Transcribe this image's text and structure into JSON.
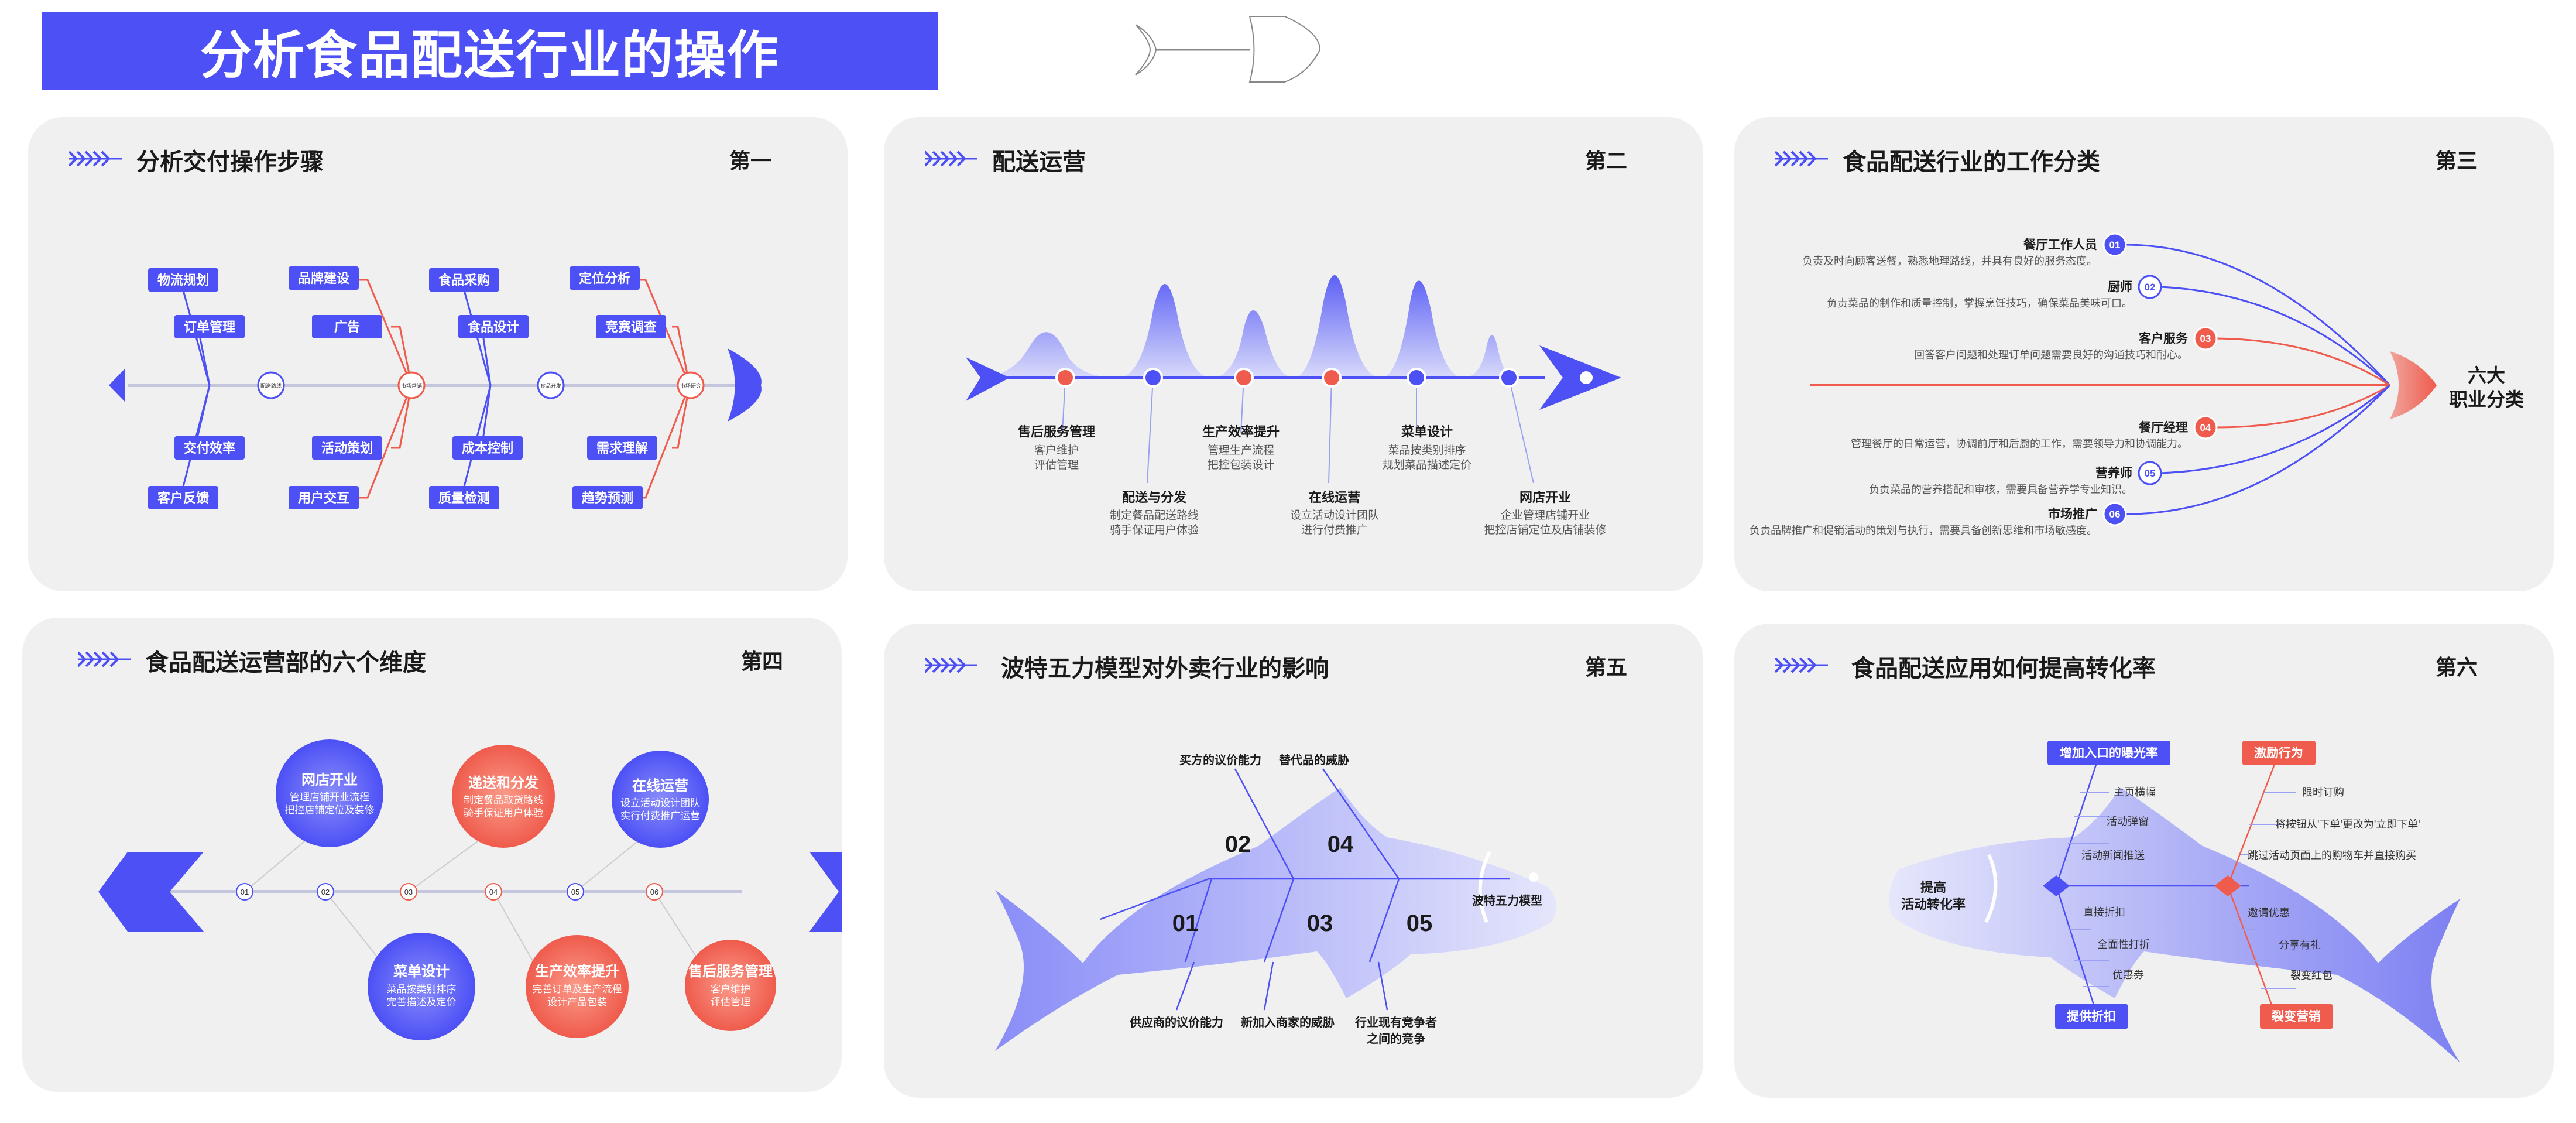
{
  "page_title": "分析食品配送行业的操作",
  "panels": [
    {
      "title": "分析交付操作步骤",
      "number": "第一",
      "top_boxes": [
        "物流规划",
        "订单管理",
        "品牌建设",
        "广告",
        "食品采购",
        "食品设计",
        "定位分析",
        "竞赛调查"
      ],
      "bottom_boxes": [
        "交付效率",
        "客户反馈",
        "活动策划",
        "用户交互",
        "成本控制",
        "质量检测",
        "需求理解",
        "趋势预测"
      ],
      "nodes": [
        "配送路线",
        "市场营销",
        "食品开发",
        "市场研究"
      ]
    },
    {
      "title": "配送运营",
      "number": "第二",
      "items": [
        {
          "title": "售后服务管理",
          "lines": [
            "客户维护",
            "评估管理"
          ]
        },
        {
          "title": "配送与分发",
          "lines": [
            "制定餐品配送路线",
            "骑手保证用户体验"
          ]
        },
        {
          "title": "生产效率提升",
          "lines": [
            "管理生产流程",
            "把控包装设计"
          ]
        },
        {
          "title": "在线运营",
          "lines": [
            "设立活动设计团队",
            "进行付费推广"
          ]
        },
        {
          "title": "菜单设计",
          "lines": [
            "菜品按类别排序",
            "规划菜品描述定价"
          ]
        },
        {
          "title": "网店开业",
          "lines": [
            "企业管理店铺开业",
            "把控店铺定位及店铺装修"
          ]
        }
      ]
    },
    {
      "title": "食品配送行业的工作分类",
      "number": "第三",
      "center": [
        "六大",
        "职业分类"
      ],
      "items": [
        {
          "num": "01",
          "role": "餐厅工作人员",
          "desc": "负责及时向顾客送餐，熟悉地理路线，并具有良好的服务态度。"
        },
        {
          "num": "02",
          "role": "厨师",
          "desc": "负责菜品的制作和质量控制，掌握烹饪技巧，确保菜品美味可口。"
        },
        {
          "num": "03",
          "role": "客户服务",
          "desc": "回答客户问题和处理订单问题需要良好的沟通技巧和耐心。"
        },
        {
          "num": "04",
          "role": "餐厅经理",
          "desc": "管理餐厅的日常运营，协调前厅和后厨的工作，需要领导力和协调能力。"
        },
        {
          "num": "05",
          "role": "营养师",
          "desc": "负责菜品的营养搭配和审核，需要具备营养学专业知识。"
        },
        {
          "num": "06",
          "role": "市场推广",
          "desc": "负责品牌推广和促销活动的策划与执行，需要具备创新思维和市场敏感度。"
        }
      ]
    },
    {
      "title": "食品配送运营部的六个维度",
      "number": "第四",
      "nodes": [
        "01",
        "02",
        "03",
        "04",
        "05",
        "06"
      ],
      "top_circles": [
        {
          "title": "网店开业",
          "lines": [
            "管理店铺开业流程",
            "把控店铺定位及装修"
          ]
        },
        {
          "title": "递送和分发",
          "lines": [
            "制定餐品取货路线",
            "骑手保证用户体验"
          ]
        },
        {
          "title": "在线运营",
          "lines": [
            "设立活动设计团队",
            "实行付费推广运营"
          ]
        }
      ],
      "bottom_circles": [
        {
          "title": "菜单设计",
          "lines": [
            "菜品按类别排序",
            "完善描述及定价"
          ]
        },
        {
          "title": "生产效率提升",
          "lines": [
            "完善订单及生产流程",
            "设计产品包装"
          ]
        },
        {
          "title": "售后服务管理",
          "lines": [
            "客户维护",
            "评估管理"
          ]
        }
      ]
    },
    {
      "title": "波特五力模型对外卖行业的影响",
      "number": "第五",
      "nums": [
        "01",
        "02",
        "03",
        "04",
        "05"
      ],
      "label_top_1": "买方的议价能力",
      "label_top_2": "替代品的威胁",
      "label_b1": "供应商的议价能力",
      "label_b2": "新加入商家的威胁",
      "label_b3a": "行业现有竞争者",
      "label_b3b": "之间的竞争",
      "model": "波特五力模型"
    },
    {
      "title": "食品配送应用如何提高转化率",
      "number": "第六",
      "center": [
        "提高",
        "活动转化率"
      ],
      "box_exposure": "增加入口的曝光率",
      "box_incentive": "激励行为",
      "box_discount": "提供折扣",
      "box_fission": "裂变营销",
      "left_items": [
        "主页横幅",
        "活动弹窗",
        "活动新闻推送",
        "直接折扣",
        "全面性打折",
        "优惠券"
      ],
      "right_items": [
        "限时订购",
        "将按钮从'下单'更改为'立即下单'",
        "跳过活动页面上的购物车并直接购买",
        "邀请优惠",
        "分享有礼",
        "裂变红包"
      ]
    }
  ],
  "colors": {
    "blue": "#4c50f5",
    "red": "#ef5b4c",
    "panel": "#f0f0f1"
  }
}
